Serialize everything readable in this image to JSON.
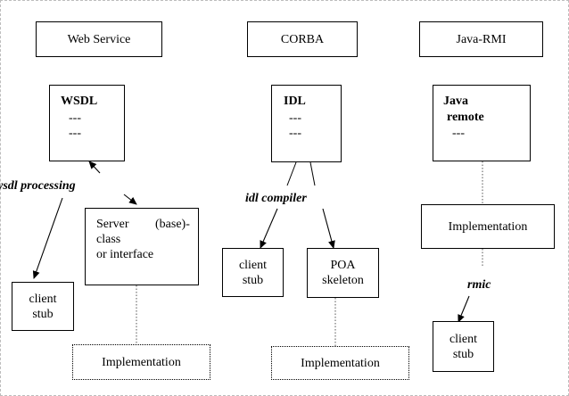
{
  "columns": {
    "web_service": {
      "header": "Web Service",
      "wsdl": {
        "title": "WSDL",
        "lines": [
          "---",
          "---"
        ]
      },
      "process_label": "wsdl processing",
      "server": {
        "line1_left": "Server",
        "line1_right": "(base)-",
        "line2": "class",
        "line3": "or interface"
      },
      "client": {
        "line1": "client",
        "line2": "stub"
      },
      "implementation": "Implementation"
    },
    "corba": {
      "header": "CORBA",
      "idl": {
        "title": "IDL",
        "lines": [
          "---",
          "---"
        ]
      },
      "compiler_label": "idl compiler",
      "client": {
        "line1": "client",
        "line2": "stub"
      },
      "poa": {
        "line1": "POA",
        "line2": "skeleton"
      },
      "implementation": "Implementation"
    },
    "java_rmi": {
      "header": "Java-RMI",
      "remote": {
        "line1": "Java",
        "line2": "remote",
        "line3": "---"
      },
      "implementation": "Implementation",
      "rmic_label": "rmic",
      "client": {
        "line1": "client",
        "line2": "stub"
      }
    }
  }
}
